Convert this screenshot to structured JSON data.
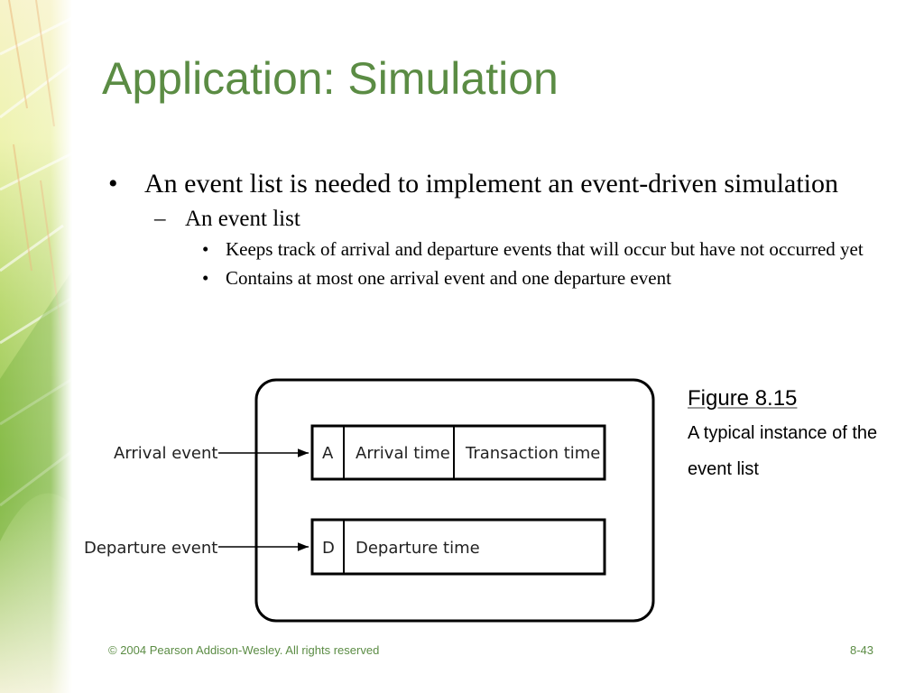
{
  "slide": {
    "title": "Application: Simulation",
    "bullets": [
      {
        "level": 1,
        "text": "An event list is needed to implement an event-driven simulation"
      },
      {
        "level": 2,
        "text": "An event list"
      },
      {
        "level": 3,
        "text": "Keeps track of arrival and departure events that will occur but have not occurred yet"
      },
      {
        "level": 3,
        "text": "Contains at most one arrival event and one departure event"
      }
    ],
    "markers": {
      "level1": "•",
      "level2": "–",
      "level3": "•"
    },
    "figure": {
      "arrival_label": "Arrival event",
      "departure_label": "Departure event",
      "arrival_cells": [
        "A",
        "Arrival time",
        "Transaction time"
      ],
      "departure_cells": [
        "D",
        "Departure time"
      ]
    },
    "caption": {
      "title": "Figure 8.15",
      "text": "A typical instance of the event list"
    },
    "footer": {
      "copyright": "© 2004 Pearson Addison-Wesley. All rights reserved",
      "page": "8-43"
    },
    "colors": {
      "accent": "#5b8c44",
      "text": "#000000"
    }
  }
}
